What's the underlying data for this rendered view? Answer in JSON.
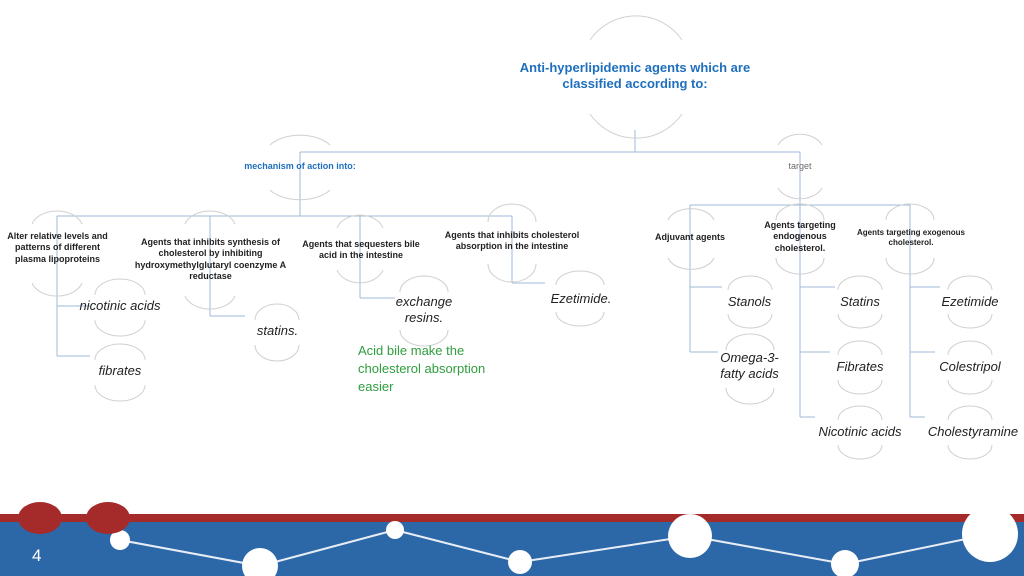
{
  "root": {
    "title": "Anti-hyperlipidemic agents which are classified according to:"
  },
  "mechanism": {
    "label": "mechanism of action into:",
    "groups": [
      {
        "label": "Alter relative levels and patterns of different plasma lipoproteins",
        "items": [
          "nicotinic acids",
          "fibrates"
        ]
      },
      {
        "label": "Agents that inhibits synthesis of cholesterol by inhibiting hydroxymethylglutaryl coenzyme A reductase",
        "items": [
          "statins."
        ]
      },
      {
        "label": "Agents that sequesters bile acid in the intestine",
        "items": [
          "exchange resins."
        ]
      },
      {
        "label": "Agents that inhibits cholesterol absorption in the intestine",
        "items": [
          "Ezetimide."
        ]
      }
    ],
    "note": "Acid bile make the cholesterol absorption easier"
  },
  "target": {
    "label": "target",
    "groups": [
      {
        "label": "Adjuvant agents",
        "items": [
          "Stanols",
          "Omega-3-fatty acids"
        ]
      },
      {
        "label": "Agents targeting endogenous cholesterol.",
        "items": [
          "Statins",
          "Fibrates",
          "Nicotinic acids"
        ]
      },
      {
        "label": "Agents targeting exogenous cholesterol.",
        "items": [
          "Ezetimide",
          "Colestripol",
          "Cholestyramine"
        ]
      }
    ]
  },
  "footer": {
    "page_number": "4"
  },
  "colors": {
    "connector": "#9fb8d8",
    "root_title": "#1f6fbf",
    "note": "#2e9e3e",
    "footer_band": "#2c68a8",
    "footer_rule": "#a52a2a"
  }
}
